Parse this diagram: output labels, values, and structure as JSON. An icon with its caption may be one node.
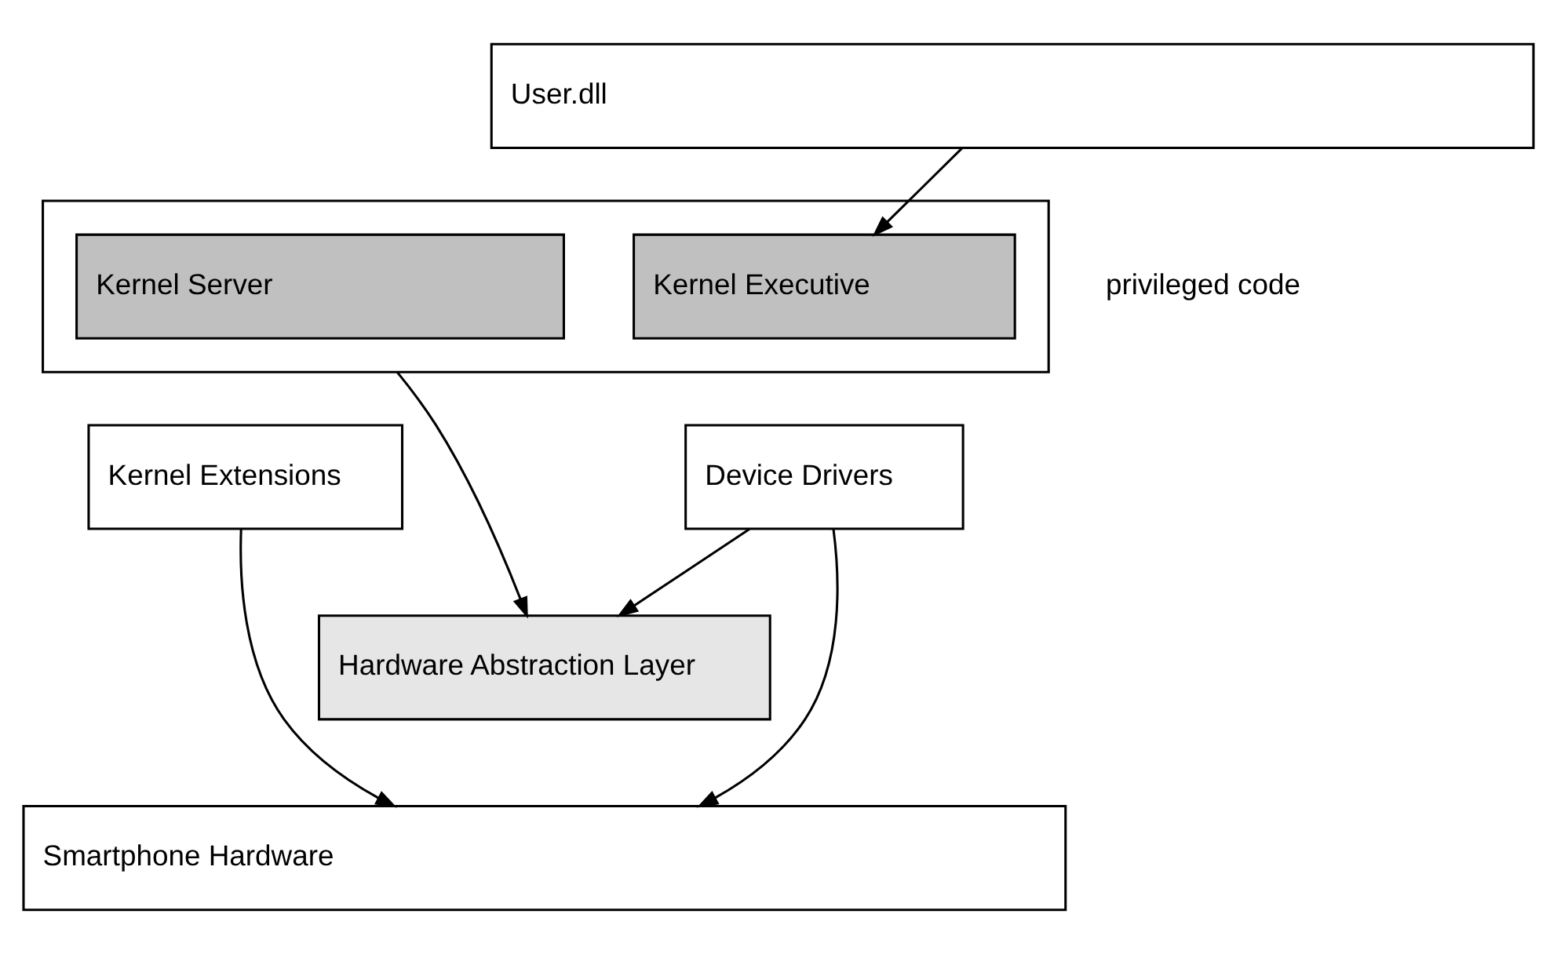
{
  "diagram": {
    "nodes": [
      {
        "text": [
          "User.dll"
        ]
      },
      {
        "text": [],
        "shape": "box"
      },
      {
        "text": [
          "Kernel Server"
        ],
        "in": 1
      },
      {
        "text": [
          "Kernel Executive"
        ],
        "in": 1
      },
      {
        "text": [
          "Kernel Extensions"
        ]
      },
      {
        "text": [
          "Device Drivers"
        ]
      },
      {
        "text": [
          "Hardware Abstraction Layer"
        ]
      },
      {
        "text": [
          "Smartphone Hardware"
        ]
      }
    ],
    "edges": [
      {
        "from": 0,
        "to": 3,
        "arrow": "to"
      },
      {
        "from": 1,
        "to": 6,
        "arrow": "to"
      },
      {
        "from": 4,
        "to": 7,
        "arrow": "to"
      },
      {
        "from": 5,
        "to": 6,
        "arrow": "to"
      },
      {
        "from": 5,
        "to": 7,
        "arrow": "to"
      }
    ],
    "labels": [
      "privileged code"
    ]
  }
}
